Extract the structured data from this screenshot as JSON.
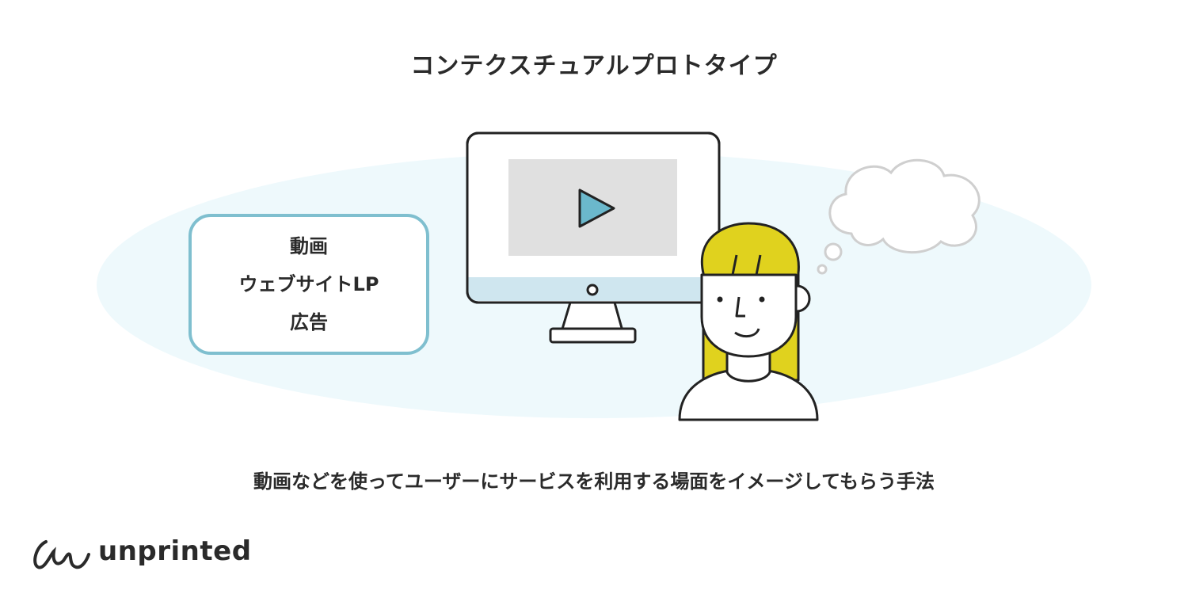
{
  "title": "コンテクスチュアルプロトタイプ",
  "media_box": {
    "lines": [
      "動画",
      "ウェブサイトLP",
      "広告"
    ]
  },
  "description": "動画などを使ってユーザーにサービスを利用する場面をイメージしてもらう手法",
  "logo": {
    "text": "unprinted"
  },
  "colors": {
    "background_ellipse": "#eef9fc",
    "box_border": "#7fbfcf",
    "play_button": "#6bb8cc",
    "hair": "#e0d21e",
    "screen": "#e0e0e0",
    "monitor_chin": "#cfe6ef"
  }
}
